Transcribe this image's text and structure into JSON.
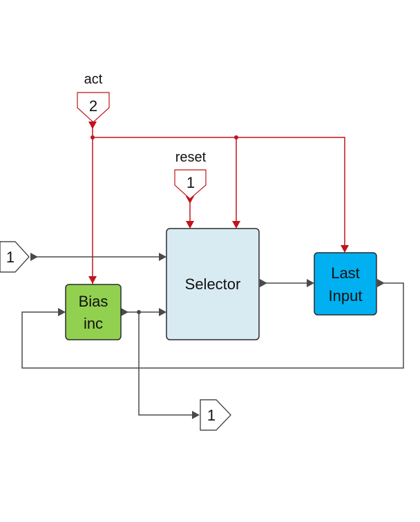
{
  "diagram": {
    "blocks": {
      "selector": {
        "label": "Selector",
        "color": "#d9ebf2"
      },
      "bias_inc": {
        "label_line1": "Bias",
        "label_line2": "inc",
        "color": "#92d050"
      },
      "last_input": {
        "label_line1": "Last",
        "label_line2": "Input",
        "color": "#00b0f0"
      }
    },
    "ports": {
      "inport_data": {
        "number": "1"
      },
      "inport_act": {
        "number": "2",
        "name": "act"
      },
      "inport_reset": {
        "number": "1",
        "name": "reset"
      },
      "outport": {
        "number": "1"
      }
    },
    "colors": {
      "signal_wire": "#4a4a4a",
      "control_wire": "#c0141c"
    }
  }
}
